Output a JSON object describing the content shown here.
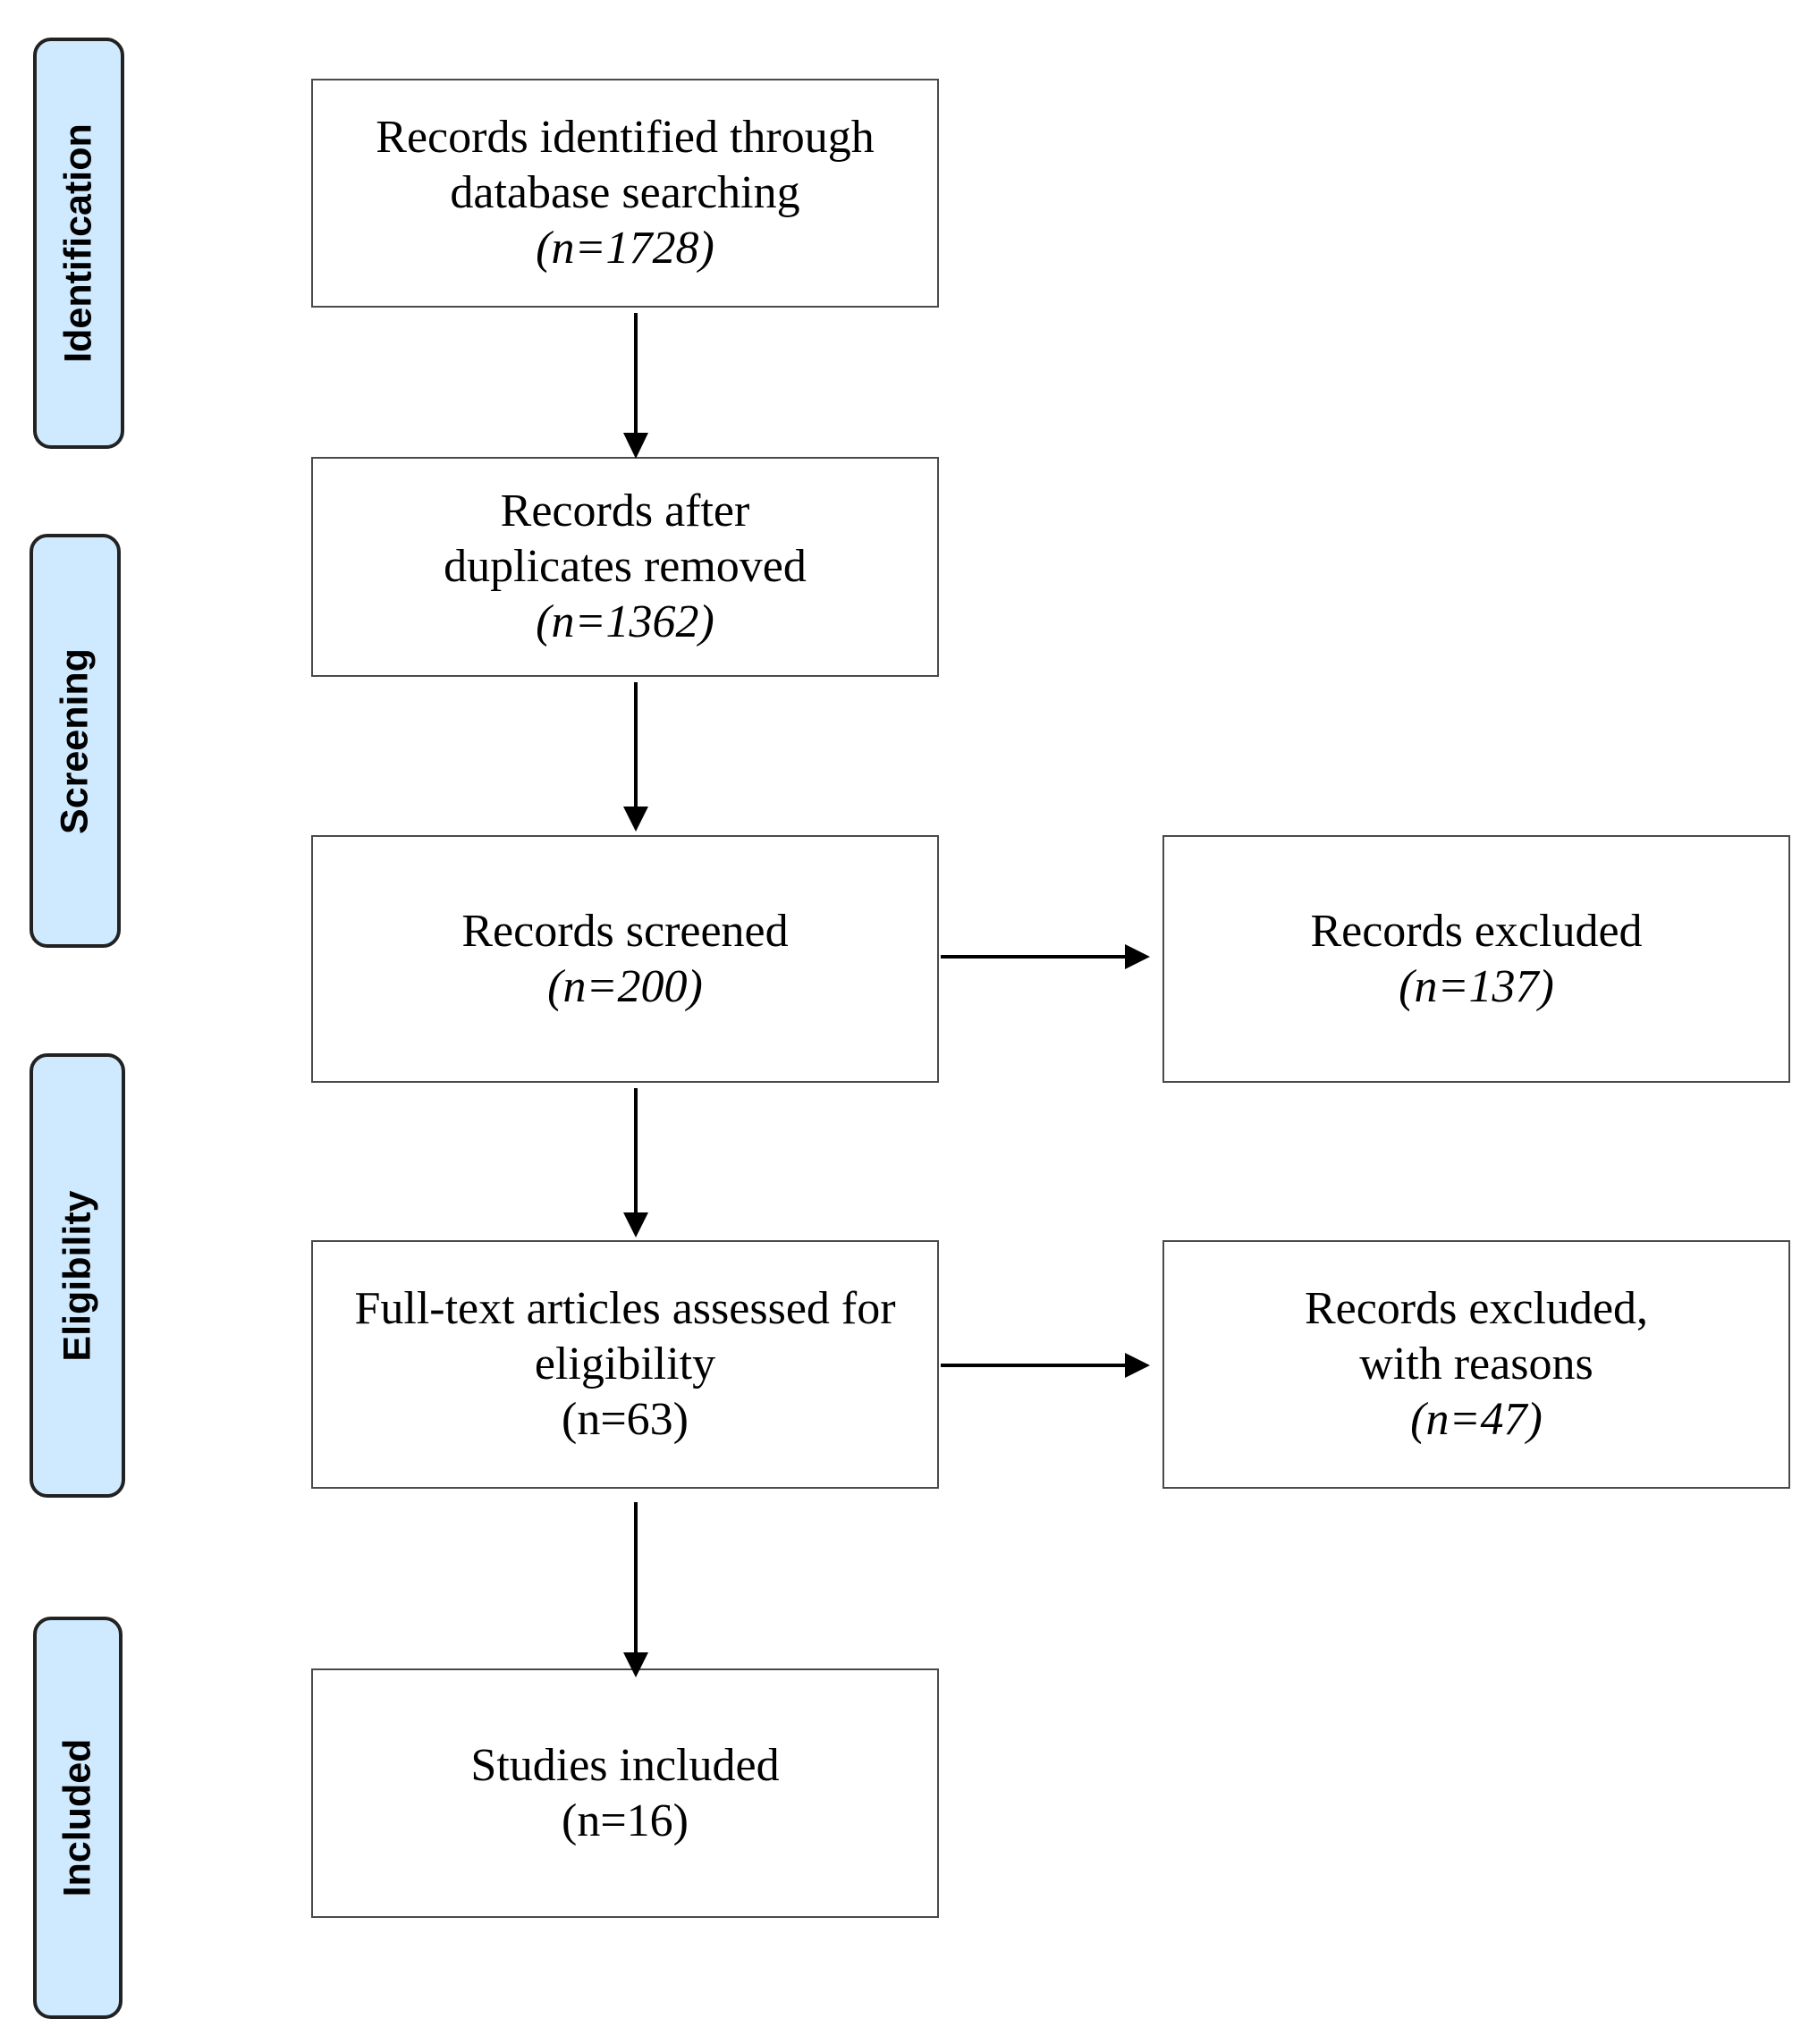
{
  "stages": [
    {
      "id": "identification",
      "label": "Identification"
    },
    {
      "id": "screening",
      "label": "Screening"
    },
    {
      "id": "eligibility",
      "label": "Eligibility"
    },
    {
      "id": "included",
      "label": "Included"
    }
  ],
  "boxes": {
    "identified": {
      "label": "Records identified through database searching",
      "count": "(n=1728)"
    },
    "deduplicated": {
      "label": "Records after duplicates removed",
      "count": "(n=1362)"
    },
    "screened": {
      "label": "Records screened",
      "count": "(n=200)"
    },
    "excluded": {
      "label": "Records excluded",
      "count": "(n=137)"
    },
    "fulltext": {
      "label": "Full-text articles assessed for eligibility",
      "count": "(n=63)"
    },
    "excluded_reasons": {
      "label": "Records excluded, with reasons",
      "count": "(n=47)"
    },
    "included": {
      "label": "Studies included",
      "count": "(n=16)"
    }
  },
  "colors": {
    "stage_fill": "#cfeaff",
    "stage_border": "#222222",
    "box_border": "#4a4a4a",
    "arrow": "#000000"
  }
}
